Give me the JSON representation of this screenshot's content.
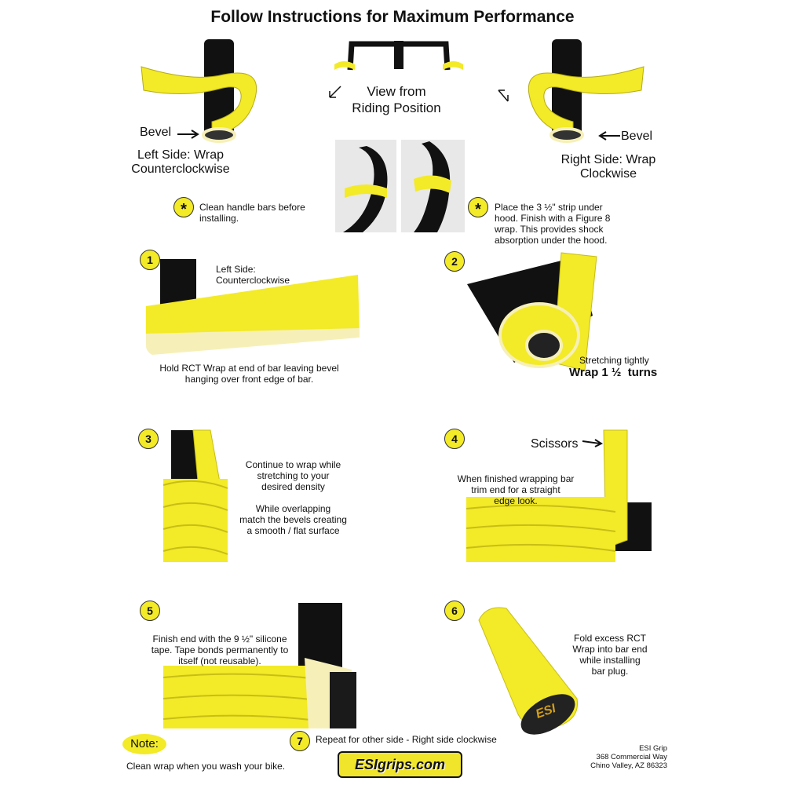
{
  "title": "Follow Instructions for Maximum Performance",
  "top": {
    "view_label": "View from\nRiding Position",
    "bevel_left": "Bevel",
    "bevel_right": "Bevel",
    "left_side": "Left Side: Wrap\nCounterclockwise",
    "right_side": "Right Side: Wrap\nClockwise",
    "tip_clean": "Clean handle bars before\ninstalling.",
    "tip_hood": "Place the 3 ½\" strip under\nhood. Finish with a Figure 8\nwrap. This provides shock\nabsorption under the hood.",
    "star_symbol": "*"
  },
  "steps": [
    {
      "num": "1",
      "caption": "Left Side:\nCounterclockwise",
      "text": "Hold RCT Wrap at end of bar leaving bevel\nhanging over front edge of bar."
    },
    {
      "num": "2",
      "caption": "Stretching tightly",
      "emphasis": "Wrap 1 ½  turns"
    },
    {
      "num": "3",
      "text": "Continue to wrap while\nstretching to your\ndesired density\n\nWhile overlapping\nmatch the bevels creating\na smooth / flat surface"
    },
    {
      "num": "4",
      "label": "Scissors",
      "text": "When finished wrapping bar\ntrim end for a straight\nedge look."
    },
    {
      "num": "5",
      "text": "Finish end with the 9 ½\" silicone\ntape. Tape bonds permanently to\nitself (not reusable)."
    },
    {
      "num": "6",
      "text": "Fold excess RCT\nWrap into bar end\nwhile installing\nbar plug.",
      "plug_text": "ESI"
    },
    {
      "num": "7",
      "text": "Repeat for other side - Right side clockwise"
    }
  ],
  "note": {
    "label": "Note:",
    "text": "Clean wrap when you wash your bike."
  },
  "logo": "ESIgrips.com",
  "address": "ESI Grip\n368 Commercial Way\nChino Valley, AZ 86323",
  "colors": {
    "tape_yellow": "#f3ea28",
    "bar_black": "#111111",
    "bevel_cream": "#f6f0b8"
  }
}
